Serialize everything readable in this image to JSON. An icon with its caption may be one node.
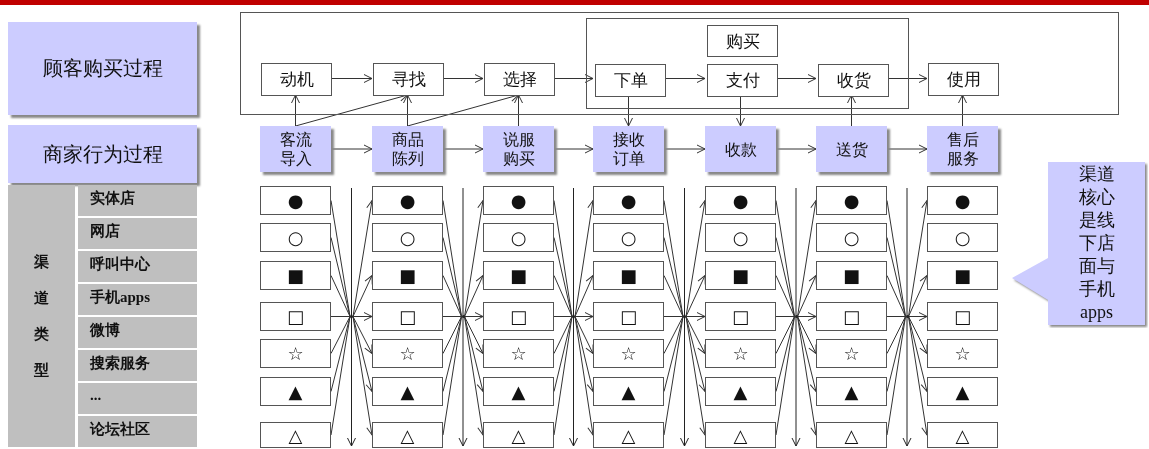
{
  "diagram": {
    "nodes": [
      {
        "text": [
          "顾客购买过程"
        ]
      },
      {
        "text": [
          "商家行为过程"
        ]
      },
      {
        "text": [
          "渠道类型"
        ]
      },
      {
        "text": [
          "实体店"
        ]
      },
      {
        "text": [
          "网店"
        ]
      },
      {
        "text": [
          "呼叫中心"
        ]
      },
      {
        "text": [
          "手机apps"
        ]
      },
      {
        "text": [
          "微博"
        ]
      },
      {
        "text": [
          "搜索服务"
        ]
      },
      {
        "text": [
          "..."
        ]
      },
      {
        "text": [
          "论坛社区"
        ]
      },
      {
        "text": [],
        "shape": "box"
      },
      {
        "text": [
          "动机"
        ],
        "in": 11
      },
      {
        "text": [
          "寻找"
        ],
        "in": 11
      },
      {
        "text": [
          "选择"
        ],
        "in": 11
      },
      {
        "text": [],
        "shape": "box",
        "in": 11
      },
      {
        "text": [
          "购买"
        ],
        "in": 15
      },
      {
        "text": [
          "下单"
        ],
        "in": 15
      },
      {
        "text": [
          "支付"
        ],
        "in": 15
      },
      {
        "text": [
          "收货"
        ],
        "in": 15
      },
      {
        "text": [
          "使用"
        ],
        "in": 11
      },
      {
        "text": [
          "客流导入"
        ]
      },
      {
        "text": [
          "商品陈列"
        ]
      },
      {
        "text": [
          "说服购买"
        ]
      },
      {
        "text": [
          "接收订单"
        ]
      },
      {
        "text": [
          "收款"
        ]
      },
      {
        "text": [
          "送货"
        ]
      },
      {
        "text": [
          "售后服务"
        ]
      },
      {
        "text": [
          "●"
        ]
      },
      {
        "text": [
          "●"
        ]
      },
      {
        "text": [
          "●"
        ]
      },
      {
        "text": [
          "●"
        ]
      },
      {
        "text": [
          "●"
        ]
      },
      {
        "text": [
          "●"
        ]
      },
      {
        "text": [
          "●"
        ]
      },
      {
        "text": [
          "○"
        ]
      },
      {
        "text": [
          "○"
        ]
      },
      {
        "text": [
          "○"
        ]
      },
      {
        "text": [
          "○"
        ]
      },
      {
        "text": [
          "○"
        ]
      },
      {
        "text": [
          "○"
        ]
      },
      {
        "text": [
          "○"
        ]
      },
      {
        "text": [
          "■"
        ]
      },
      {
        "text": [
          "■"
        ]
      },
      {
        "text": [
          "■"
        ]
      },
      {
        "text": [
          "■"
        ]
      },
      {
        "text": [
          "■"
        ]
      },
      {
        "text": [
          "■"
        ]
      },
      {
        "text": [
          "■"
        ]
      },
      {
        "text": [
          "□"
        ]
      },
      {
        "text": [
          "□"
        ]
      },
      {
        "text": [
          "□"
        ]
      },
      {
        "text": [
          "□"
        ]
      },
      {
        "text": [
          "□"
        ]
      },
      {
        "text": [
          "□"
        ]
      },
      {
        "text": [
          "□"
        ]
      },
      {
        "text": [
          "☆"
        ]
      },
      {
        "text": [
          "☆"
        ]
      },
      {
        "text": [
          "☆"
        ]
      },
      {
        "text": [
          "☆"
        ]
      },
      {
        "text": [
          "☆"
        ]
      },
      {
        "text": [
          "☆"
        ]
      },
      {
        "text": [
          "☆"
        ]
      },
      {
        "text": [
          "▲"
        ]
      },
      {
        "text": [
          "▲"
        ]
      },
      {
        "text": [
          "▲"
        ]
      },
      {
        "text": [
          "▲"
        ]
      },
      {
        "text": [
          "▲"
        ]
      },
      {
        "text": [
          "▲"
        ]
      },
      {
        "text": [
          "▲"
        ]
      },
      {
        "text": [
          "△"
        ]
      },
      {
        "text": [
          "△"
        ]
      },
      {
        "text": [
          "△"
        ]
      },
      {
        "text": [
          "△"
        ]
      },
      {
        "text": [
          "△"
        ]
      },
      {
        "text": [
          "△"
        ]
      },
      {
        "text": [
          "△"
        ]
      },
      {
        "text": [],
        "shape": "point"
      },
      {
        "text": [],
        "shape": "point"
      },
      {
        "text": [],
        "shape": "point"
      },
      {
        "text": [],
        "shape": "point"
      },
      {
        "text": [],
        "shape": "point"
      },
      {
        "text": [],
        "shape": "point"
      },
      {
        "text": [
          "渠道核心是线下店面与手机apps"
        ]
      }
    ],
    "edges": [
      {
        "from": 12,
        "to": 13,
        "arrow": "to"
      },
      {
        "from": 13,
        "to": 14,
        "arrow": "to"
      },
      {
        "from": 14,
        "to": 17,
        "arrow": "to"
      },
      {
        "from": 17,
        "to": 18,
        "arrow": "to"
      },
      {
        "from": 18,
        "to": 19,
        "arrow": "to"
      },
      {
        "from": 19,
        "to": 20,
        "arrow": "to"
      },
      {
        "from": 21,
        "to": 22,
        "arrow": "to"
      },
      {
        "from": 22,
        "to": 23,
        "arrow": "to"
      },
      {
        "from": 23,
        "to": 24,
        "arrow": "to"
      },
      {
        "from": 24,
        "to": 25,
        "arrow": "to"
      },
      {
        "from": 25,
        "to": 26,
        "arrow": "to"
      },
      {
        "from": 26,
        "to": 27,
        "arrow": "to"
      },
      {
        "from": 21,
        "to": 12,
        "arrow": "to"
      },
      {
        "from": 21,
        "to": 13,
        "arrow": "to"
      },
      {
        "from": 22,
        "to": 13,
        "arrow": "to"
      },
      {
        "from": 22,
        "to": 14,
        "arrow": "to"
      },
      {
        "from": 23,
        "to": 14,
        "arrow": "to"
      },
      {
        "from": 17,
        "to": 24,
        "arrow": "to"
      },
      {
        "from": 18,
        "to": 25,
        "arrow": "to"
      },
      {
        "from": 26,
        "to": 19,
        "arrow": "to"
      },
      {
        "from": 27,
        "to": 20,
        "arrow": "to"
      },
      {
        "from": 28,
        "to": 77,
        "arrow": "none"
      },
      {
        "from": 35,
        "to": 77,
        "arrow": "none"
      },
      {
        "from": 42,
        "to": 77,
        "arrow": "none"
      },
      {
        "from": 49,
        "to": 77,
        "arrow": "none"
      },
      {
        "from": 56,
        "to": 77,
        "arrow": "none"
      },
      {
        "from": 63,
        "to": 77,
        "arrow": "none"
      },
      {
        "from": 70,
        "to": 77,
        "arrow": "none"
      },
      {
        "from": 77,
        "to": 29,
        "arrow": "to"
      },
      {
        "from": 77,
        "to": 43,
        "arrow": "to"
      },
      {
        "from": 77,
        "to": 50,
        "arrow": "to"
      },
      {
        "from": 77,
        "to": 57,
        "arrow": "to"
      },
      {
        "from": 77,
        "to": 64,
        "arrow": "to"
      },
      {
        "from": 77,
        "to": 71,
        "arrow": "to"
      },
      {
        "from": 29,
        "to": 78,
        "arrow": "none"
      },
      {
        "from": 36,
        "to": 78,
        "arrow": "none"
      },
      {
        "from": 43,
        "to": 78,
        "arrow": "none"
      },
      {
        "from": 50,
        "to": 78,
        "arrow": "none"
      },
      {
        "from": 57,
        "to": 78,
        "arrow": "none"
      },
      {
        "from": 64,
        "to": 78,
        "arrow": "none"
      },
      {
        "from": 71,
        "to": 78,
        "arrow": "none"
      },
      {
        "from": 78,
        "to": 30,
        "arrow": "to"
      },
      {
        "from": 78,
        "to": 44,
        "arrow": "to"
      },
      {
        "from": 78,
        "to": 51,
        "arrow": "to"
      },
      {
        "from": 78,
        "to": 58,
        "arrow": "to"
      },
      {
        "from": 78,
        "to": 65,
        "arrow": "to"
      },
      {
        "from": 78,
        "to": 72,
        "arrow": "to"
      },
      {
        "from": 30,
        "to": 79,
        "arrow": "none"
      },
      {
        "from": 37,
        "to": 79,
        "arrow": "none"
      },
      {
        "from": 44,
        "to": 79,
        "arrow": "none"
      },
      {
        "from": 51,
        "to": 79,
        "arrow": "none"
      },
      {
        "from": 58,
        "to": 79,
        "arrow": "none"
      },
      {
        "from": 65,
        "to": 79,
        "arrow": "none"
      },
      {
        "from": 72,
        "to": 79,
        "arrow": "none"
      },
      {
        "from": 79,
        "to": 31,
        "arrow": "to"
      },
      {
        "from": 79,
        "to": 45,
        "arrow": "to"
      },
      {
        "from": 79,
        "to": 52,
        "arrow": "to"
      },
      {
        "from": 79,
        "to": 59,
        "arrow": "to"
      },
      {
        "from": 79,
        "to": 66,
        "arrow": "to"
      },
      {
        "from": 79,
        "to": 73,
        "arrow": "to"
      },
      {
        "from": 31,
        "to": 80,
        "arrow": "none"
      },
      {
        "from": 38,
        "to": 80,
        "arrow": "none"
      },
      {
        "from": 45,
        "to": 80,
        "arrow": "none"
      },
      {
        "from": 52,
        "to": 80,
        "arrow": "none"
      },
      {
        "from": 59,
        "to": 80,
        "arrow": "none"
      },
      {
        "from": 66,
        "to": 80,
        "arrow": "none"
      },
      {
        "from": 73,
        "to": 80,
        "arrow": "none"
      },
      {
        "from": 80,
        "to": 32,
        "arrow": "to"
      },
      {
        "from": 80,
        "to": 46,
        "arrow": "to"
      },
      {
        "from": 80,
        "to": 53,
        "arrow": "to"
      },
      {
        "from": 80,
        "to": 60,
        "arrow": "to"
      },
      {
        "from": 80,
        "to": 67,
        "arrow": "to"
      },
      {
        "from": 80,
        "to": 74,
        "arrow": "to"
      },
      {
        "from": 32,
        "to": 81,
        "arrow": "none"
      },
      {
        "from": 39,
        "to": 81,
        "arrow": "none"
      },
      {
        "from": 46,
        "to": 81,
        "arrow": "none"
      },
      {
        "from": 53,
        "to": 81,
        "arrow": "none"
      },
      {
        "from": 60,
        "to": 81,
        "arrow": "none"
      },
      {
        "from": 67,
        "to": 81,
        "arrow": "none"
      },
      {
        "from": 74,
        "to": 81,
        "arrow": "none"
      },
      {
        "from": 81,
        "to": 33,
        "arrow": "to"
      },
      {
        "from": 81,
        "to": 47,
        "arrow": "to"
      },
      {
        "from": 81,
        "to": 54,
        "arrow": "to"
      },
      {
        "from": 81,
        "to": 61,
        "arrow": "to"
      },
      {
        "from": 81,
        "to": 68,
        "arrow": "to"
      },
      {
        "from": 81,
        "to": 75,
        "arrow": "to"
      },
      {
        "from": 33,
        "to": 82,
        "arrow": "none"
      },
      {
        "from": 40,
        "to": 82,
        "arrow": "none"
      },
      {
        "from": 47,
        "to": 82,
        "arrow": "none"
      },
      {
        "from": 54,
        "to": 82,
        "arrow": "none"
      },
      {
        "from": 61,
        "to": 82,
        "arrow": "none"
      },
      {
        "from": 68,
        "to": 82,
        "arrow": "none"
      },
      {
        "from": 75,
        "to": 82,
        "arrow": "none"
      },
      {
        "from": 82,
        "to": 34,
        "arrow": "to"
      },
      {
        "from": 82,
        "to": 48,
        "arrow": "to"
      },
      {
        "from": 82,
        "to": 55,
        "arrow": "to"
      },
      {
        "from": 82,
        "to": 62,
        "arrow": "to"
      },
      {
        "from": 82,
        "to": 69,
        "arrow": "to"
      },
      {
        "from": 82,
        "to": 76,
        "arrow": "to"
      }
    ]
  }
}
